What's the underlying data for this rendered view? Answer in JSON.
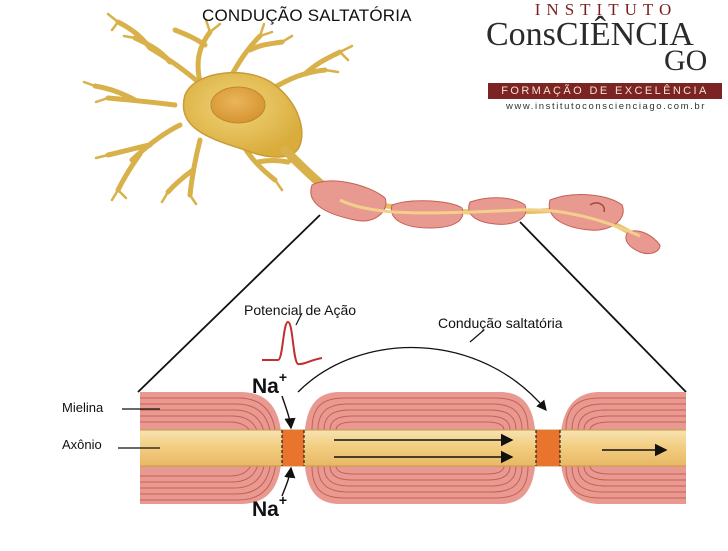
{
  "title": "CONDUÇÃO SALTATÓRIA",
  "logo": {
    "top_word": "INSTITUTO",
    "main_word": "ConsCIÊNCIA",
    "suffix": "GO",
    "band_text": "FORMAÇÃO DE EXCELÊNCIA",
    "url": "www.institutoconscienciago.com.br"
  },
  "labels": {
    "action_potential": "Potencial de Ação",
    "saltatory_conduction": "Condução saltatória",
    "myelin": "Mielina",
    "axon": "Axônio",
    "na_top": "Na",
    "na_bottom": "Na",
    "charge": "+"
  },
  "colors": {
    "myelin": "#e89a90",
    "myelin_line": "#c75e57",
    "axon": "#f2d08c",
    "node": "#e8742e",
    "neuron_body": "#e0bb55",
    "potential_curve": "#c0302c",
    "logo_red": "#7c2323"
  },
  "icons": [
    "neuron-illustration",
    "action-potential-spike-icon",
    "arrow-icon"
  ]
}
